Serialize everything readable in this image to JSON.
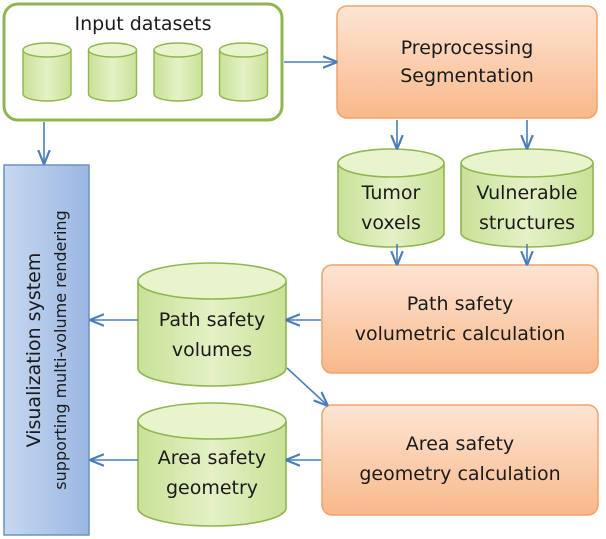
{
  "input_datasets": {
    "label": "Input datasets",
    "cylinder_count": 4
  },
  "preprocessing": {
    "lines": [
      "Preprocessing",
      "Segmentation"
    ]
  },
  "tumor_voxels": {
    "lines": [
      "Tumor",
      "voxels"
    ]
  },
  "vulnerable_structures": {
    "lines": [
      "Vulnerable",
      "structures"
    ]
  },
  "path_safety_calc": {
    "lines": [
      "Path safety",
      "volumetric calculation"
    ]
  },
  "path_safety_volumes": {
    "lines": [
      "Path safety",
      "volumes"
    ]
  },
  "area_safety_calc": {
    "lines": [
      "Area safety",
      "geometry calculation"
    ]
  },
  "area_safety_geometry": {
    "lines": [
      "Area safety",
      "geometry"
    ]
  },
  "visualization": {
    "title": "Visualization system",
    "subtitle": "supporting multi-volume rendering"
  },
  "colors": {
    "orange_fill_top": "#fde3d0",
    "orange_fill_bottom": "#f9b98a",
    "orange_stroke": "#f3a26a",
    "green_fill": "#d3e9a6",
    "green_fill_light": "#e8f4cc",
    "green_stroke": "#8fb650",
    "blue_fill": "#a9c3e8",
    "blue_stroke": "#6f90c4",
    "arrow": "#4a7ebb"
  }
}
